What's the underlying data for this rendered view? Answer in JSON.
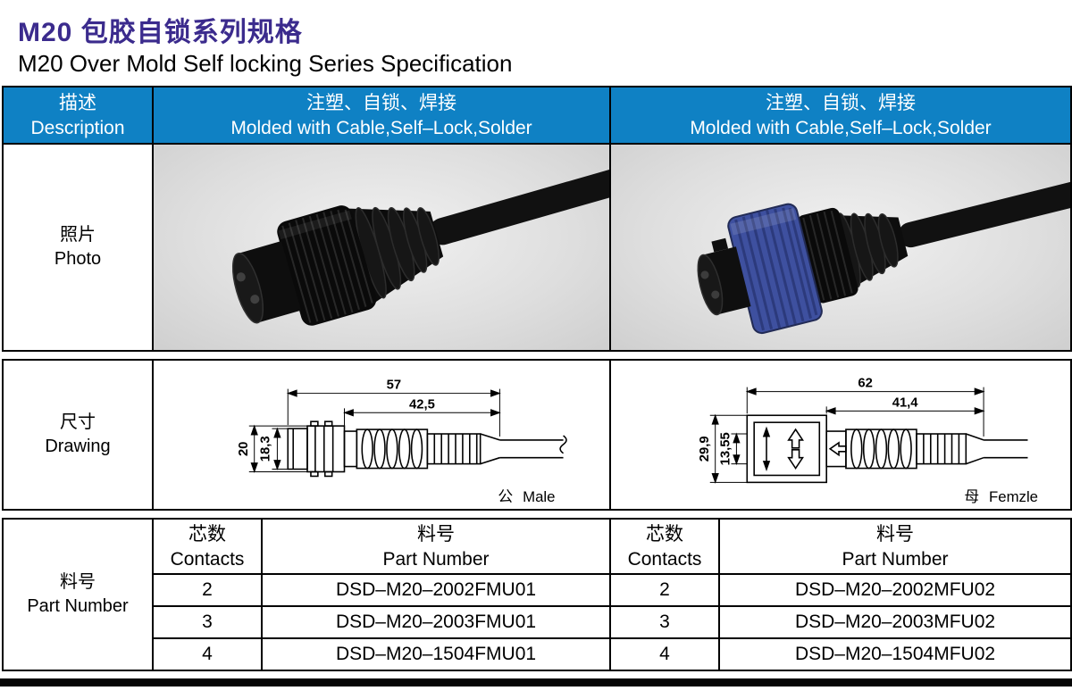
{
  "colors": {
    "title": "#3b2b8d",
    "header_bg": "#0f81c4",
    "header_text": "#ffffff",
    "border": "#000000",
    "female_ring_blue": "#3e509f"
  },
  "page": {
    "title_cn": "M20 包胶自锁系列规格",
    "title_en": "M20 Over Mold Self locking Series Specification"
  },
  "header": {
    "desc_cn": "描述",
    "desc_en": "Description",
    "left_cn": "注塑、自锁、焊接",
    "left_en": "Molded with Cable,Self–Lock,Solder",
    "right_cn": "注塑、自锁、焊接",
    "right_en": "Molded with Cable,Self–Lock,Solder"
  },
  "photo": {
    "label_cn": "照片",
    "label_en": "Photo"
  },
  "drawing": {
    "label_cn": "尺寸",
    "label_en": "Drawing",
    "male": {
      "dim_total": "57",
      "dim_inner": "42,5",
      "dim_height": "20",
      "dim_height2": "18,3",
      "caption_cn": "公",
      "caption_en": "Male"
    },
    "female": {
      "dim_total": "62",
      "dim_inner": "41,4",
      "dim_height": "29,9",
      "dim_height2": "13,55",
      "caption_cn": "母",
      "caption_en": "Femzle"
    }
  },
  "parts": {
    "label_cn": "料号",
    "label_en": "Part Number",
    "contacts_cn": "芯数",
    "contacts_en": "Contacts",
    "part_cn": "料号",
    "part_en": "Part Number",
    "rows": [
      {
        "lc": "2",
        "lp": "DSD–M20–2002FMU01",
        "rc": "2",
        "rp": "DSD–M20–2002MFU02"
      },
      {
        "lc": "3",
        "lp": "DSD–M20–2003FMU01",
        "rc": "3",
        "rp": "DSD–M20–2003MFU02"
      },
      {
        "lc": "4",
        "lp": "DSD–M20–1504FMU01",
        "rc": "4",
        "rp": "DSD–M20–1504MFU02"
      }
    ]
  }
}
